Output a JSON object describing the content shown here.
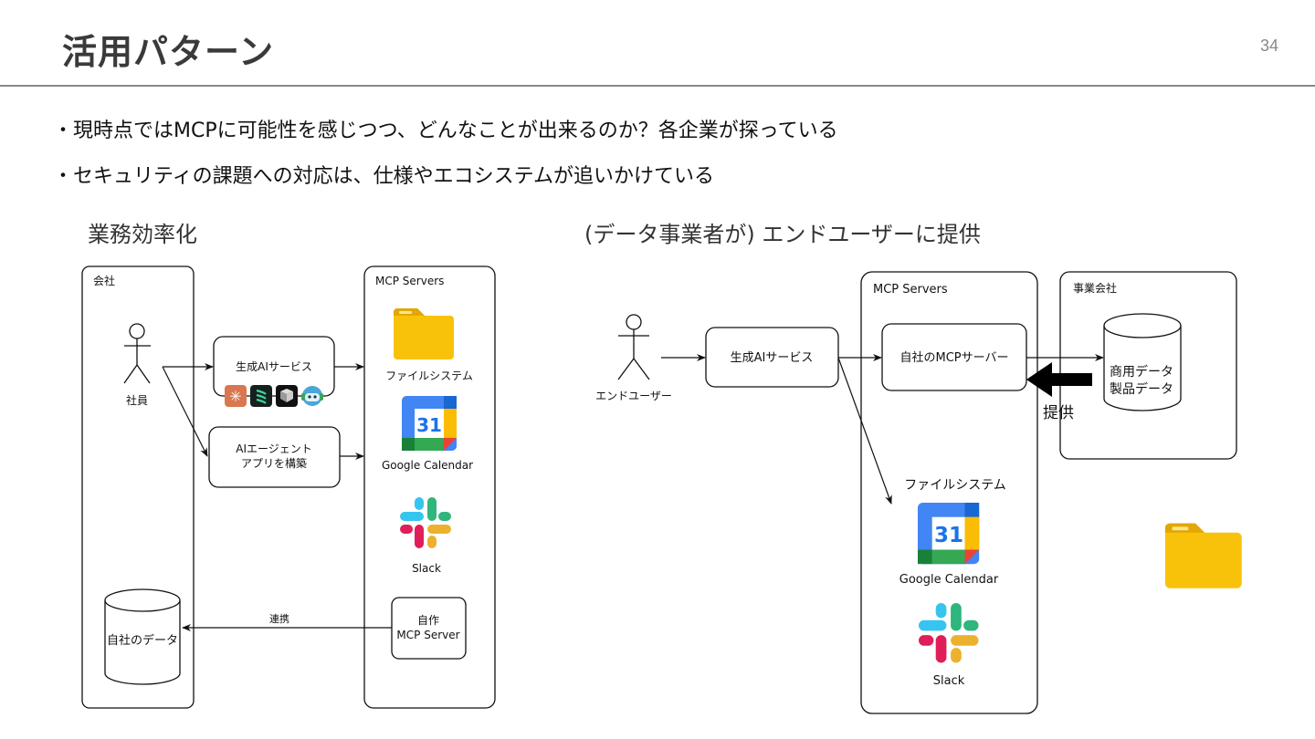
{
  "slide": {
    "title": "活用パターン",
    "page_number": "34",
    "bullets": [
      "・現時点ではMCPに可能性を感じつつ、どんなことが出来るのか？各企業が探っている",
      "・セキュリティの課題への対応は、仕様やエコシステムが追いかけている"
    ]
  },
  "left_diagram": {
    "heading": "業務効率化",
    "company_container": "会社",
    "actor_label": "社員",
    "genai_box": "生成AIサービス",
    "genai_icons": [
      "claude-icon",
      "perplexity-icon",
      "cursor-icon",
      "copilot-icon"
    ],
    "agent_box_line1": "AIエージェント",
    "agent_box_line2": "アプリを構築",
    "data_store": "自社のデータ",
    "link_label": "連携",
    "servers_container": "MCP Servers",
    "servers": {
      "filesystem": "ファイルシステム",
      "calendar": "Google Calendar",
      "calendar_day": "31",
      "slack": "Slack",
      "custom_line1": "自作",
      "custom_line2": "MCP Server"
    }
  },
  "right_diagram": {
    "heading": "(データ事業者が) エンドユーザーに提供",
    "actor_label": "エンドユーザー",
    "genai_box": "生成AIサービス",
    "servers_container": "MCP Servers",
    "own_server": "自社のMCPサーバー",
    "servers": {
      "filesystem": "ファイルシステム",
      "calendar": "Google Calendar",
      "calendar_day": "31",
      "slack": "Slack"
    },
    "business_container": "事業会社",
    "data_line1": "商用データ",
    "data_line2": "製品データ",
    "provide_label": "提供"
  }
}
